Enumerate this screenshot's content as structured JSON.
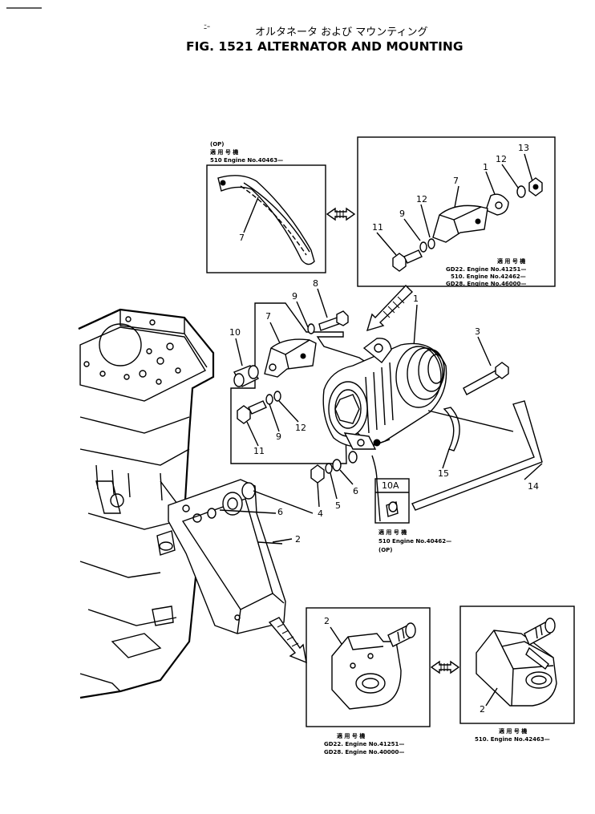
{
  "title_jp": "オルタネータ および マウンティング",
  "title_en": "FIG. 1521  ALTERNATOR AND MOUNTING",
  "header_mark": "ﾆｰ",
  "inset_topleft": {
    "op": "(OP)",
    "label": "適 用 号 機",
    "serial": "510   Engine  No.40463—",
    "part": "7"
  },
  "inset_topright": {
    "parts": [
      "13",
      "12",
      "1",
      "7",
      "12",
      "9",
      "11"
    ],
    "label": "適 用 号 機",
    "serial_lines": [
      "GD22. Engine  No.41251—",
      "510. Engine  No.42462—",
      "GD28. Engine  No.46000—"
    ]
  },
  "main_callouts": {
    "c8": "8",
    "c9": "9",
    "c7": "7",
    "c10": "10",
    "c1": "1",
    "c3": "3",
    "c11": "11",
    "c9b": "9",
    "c12": "12",
    "c15": "15",
    "c14": "14",
    "c4": "4",
    "c5": "5",
    "c6": "6",
    "c6b": "6",
    "c2": "2"
  },
  "inset_10a": {
    "part": "10A",
    "label": "適 用 号 機",
    "serial": "510   Engine  No.40462—",
    "op": "(OP)"
  },
  "inset_bottomleft": {
    "part": "2",
    "label": "適 用 号 機",
    "serial_lines": [
      "GD22. Engine  No.41251—",
      "GD28. Engine  No.40000—"
    ]
  },
  "inset_bottomright": {
    "part": "2",
    "label": "適 用 号 機",
    "serial": "510. Engine  No.42463—"
  }
}
